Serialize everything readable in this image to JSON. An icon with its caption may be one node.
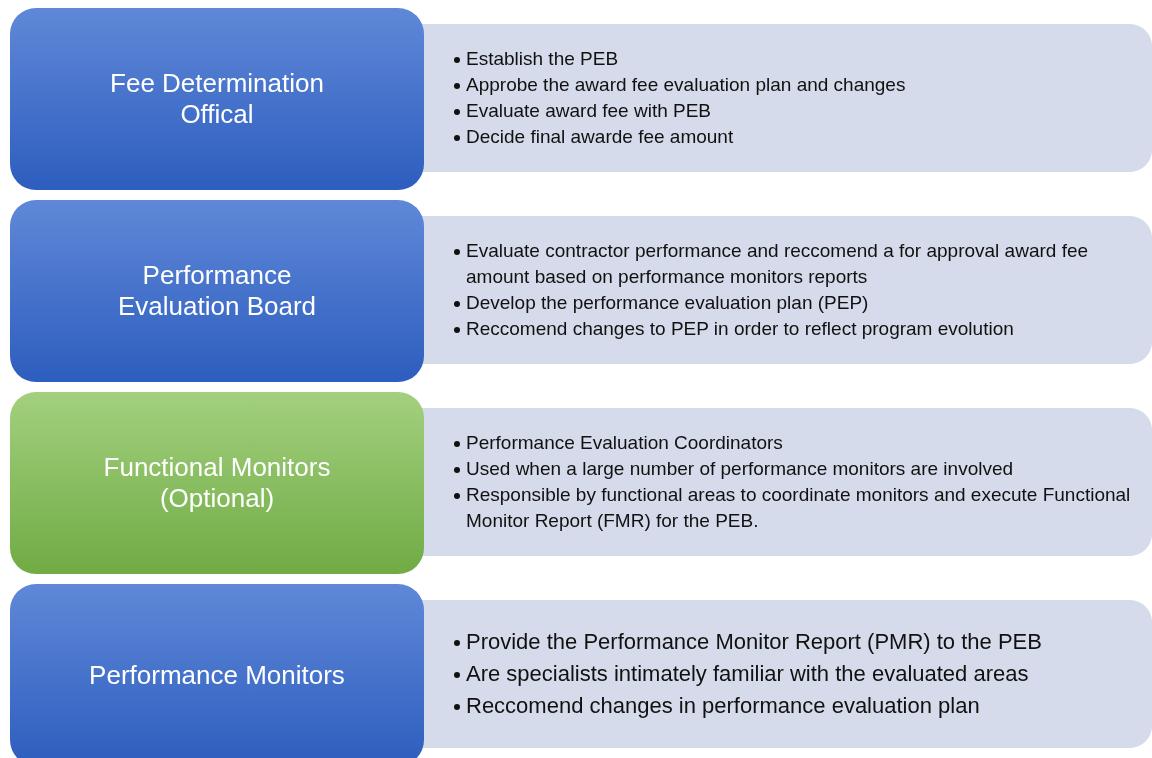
{
  "diagram": {
    "nodes": [
      {
        "text": [
          "Fee Determination Offical"
        ]
      },
      {
        "text": [
          "Establish the PEB",
          "Approbe the award fee evaluation plan and changes",
          "Evaluate award fee with PEB",
          "Decide final awarde fee amount"
        ]
      },
      {
        "text": [
          "Performance Evaluation Board"
        ]
      },
      {
        "text": [
          "Evaluate contractor performance and reccomend a for approval award fee amount based on performance monitors reports",
          "Develop the performance evaluation plan (PEP)",
          "Reccomend changes to PEP in order to reflect program evolution"
        ]
      },
      {
        "text": [
          "Functional Monitors (Optional)"
        ]
      },
      {
        "text": [
          "Performance Evaluation Coordinators",
          "Used when a large number of performance monitors are involved",
          "Responsible by functional areas to coordinate monitors and execute Functional Monitor Report (FMR) for the PEB."
        ]
      },
      {
        "text": [
          "Performance Monitors"
        ]
      },
      {
        "text": [
          "Provide the Performance Monitor Report (PMR) to the PEB",
          "Are specialists intimately familiar with the evaluated areas",
          "Reccomend changes in performance evaluation plan"
        ]
      }
    ],
    "edges": []
  }
}
